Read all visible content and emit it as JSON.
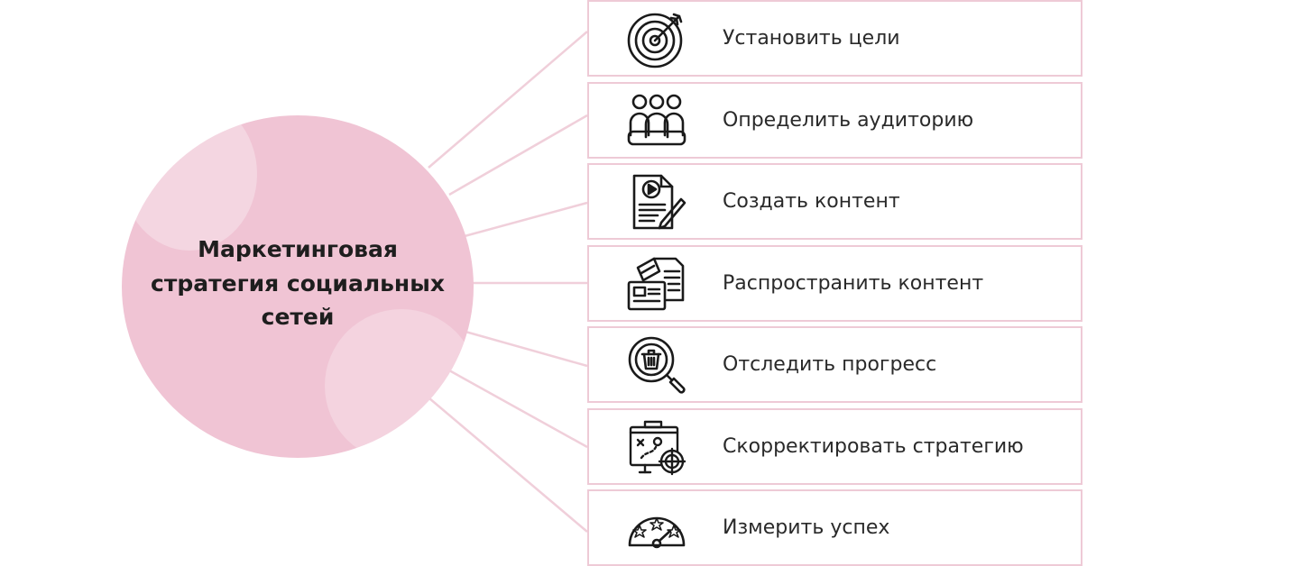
{
  "diagram": {
    "center": {
      "title": "Маркетинговая\nстратегия социальных\nсетей"
    },
    "steps": [
      {
        "label": "Установить цели",
        "icon": "target-icon"
      },
      {
        "label": "Определить аудиторию",
        "icon": "audience-icon"
      },
      {
        "label": "Создать контент",
        "icon": "content-document-icon"
      },
      {
        "label": "Распространить контент",
        "icon": "distribute-content-icon"
      },
      {
        "label": "Отследить прогресс",
        "icon": "progress-search-icon"
      },
      {
        "label": "Скорректировать стратегию",
        "icon": "strategy-board-icon"
      },
      {
        "label": "Измерить успех",
        "icon": "gauge-icon"
      }
    ],
    "colors": {
      "hub_fill": "#f0c4d4",
      "border": "#eecad6",
      "connector": "#f0cfda",
      "text": "#222222"
    }
  }
}
